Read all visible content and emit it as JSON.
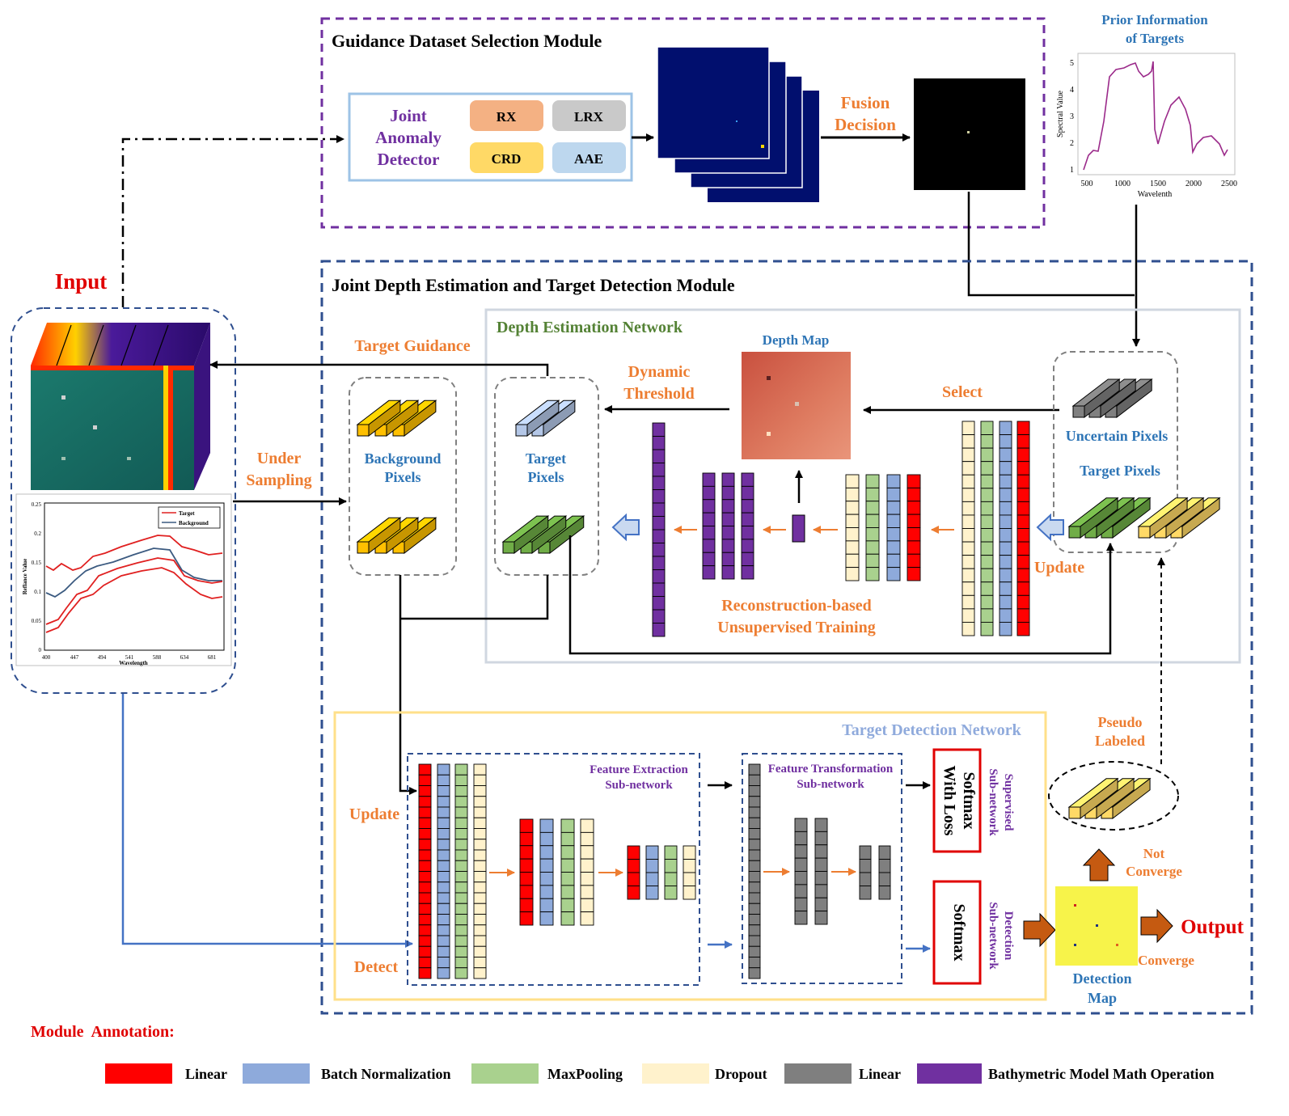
{
  "guidance_module": {
    "title": "Guidance Dataset Selection Module",
    "jad_lines": [
      "Joint",
      "Anomaly",
      "Detector"
    ],
    "detectors": [
      "RX",
      "LRX",
      "CRD",
      "AAE"
    ],
    "fusion_lines": [
      "Fusion",
      "Decision"
    ]
  },
  "prior": {
    "title_lines": [
      "Prior Information",
      "of Targets"
    ],
    "ylabel": "Spectral Value",
    "xlabel": "Wavelenth",
    "xticks": [
      "500",
      "1000",
      "1500",
      "2000",
      "2500"
    ],
    "yticks": [
      "1",
      "2",
      "3",
      "4",
      "5"
    ]
  },
  "input": {
    "label": "Input",
    "chart": {
      "ylabel": "Reflance Value",
      "xlabel": "Wavelength",
      "xticks": [
        "400",
        "447",
        "494",
        "541",
        "588",
        "634",
        "681"
      ],
      "yticks": [
        "0",
        "0.05",
        "0.1",
        "0.15",
        "0.2",
        "0.25"
      ],
      "legend": [
        "Target",
        "Background"
      ]
    }
  },
  "joint_module": {
    "title": "Joint Depth Estimation and Target Detection Module",
    "depth_network": "Depth Estimation Network",
    "target_guidance": "Target Guidance",
    "under_sampling_lines": [
      "Under",
      "Sampling"
    ],
    "background_pixels_lines": [
      "Background",
      "Pixels"
    ],
    "target_pixels_lines": [
      "Target",
      "Pixels"
    ],
    "dynamic_threshold_lines": [
      "Dynamic",
      "Threshold"
    ],
    "depth_map": "Depth Map",
    "select": "Select",
    "uncertain_pixels": "Uncertain Pixels",
    "target_pixels_right": "Target Pixels",
    "update": "Update",
    "recon_lines": [
      "Reconstruction-based",
      "Unsupervised Training"
    ]
  },
  "detection_network": {
    "title": "Target Detection Network",
    "feature_extraction_lines": [
      "Feature Extraction",
      "Sub-network"
    ],
    "feature_transformation_lines": [
      "Feature Transformation",
      "Sub-network"
    ],
    "update": "Update",
    "detect": "Detect",
    "softmax_with_loss_lines": [
      "Softmax",
      "With Loss"
    ],
    "softmax": "Softmax",
    "supervised_lines": [
      "Supervised",
      "Sub-network"
    ],
    "detection_sub_lines": [
      "Detection",
      "Sub-network"
    ],
    "pseudo_lines": [
      "Pseudo",
      "Labeled"
    ],
    "not_converge_lines": [
      "Not",
      "Converge"
    ],
    "converge": "Converge",
    "output": "Output",
    "detection_map_lines": [
      "Detection",
      "Map"
    ]
  },
  "annotation": {
    "title": "Module  Annotation:",
    "items": [
      {
        "label": "Linear",
        "color": "#ff0000"
      },
      {
        "label": "Batch Normalization",
        "color": "#8eaadb"
      },
      {
        "label": "MaxPooling",
        "color": "#a9d18e"
      },
      {
        "label": "Dropout",
        "color": "#fff2cc"
      },
      {
        "label": "Linear",
        "color": "#7f7f7f"
      },
      {
        "label": "Bathymetric Model Math Operation",
        "color": "#7030a0"
      }
    ]
  },
  "colors": {
    "orange": "#ed7d31",
    "blue": "#2e75b6",
    "purple": "#7030a0",
    "green": "#548235",
    "red": "#e00000",
    "navy_dash": "#2f4f8f",
    "gold": "#ffc000"
  }
}
